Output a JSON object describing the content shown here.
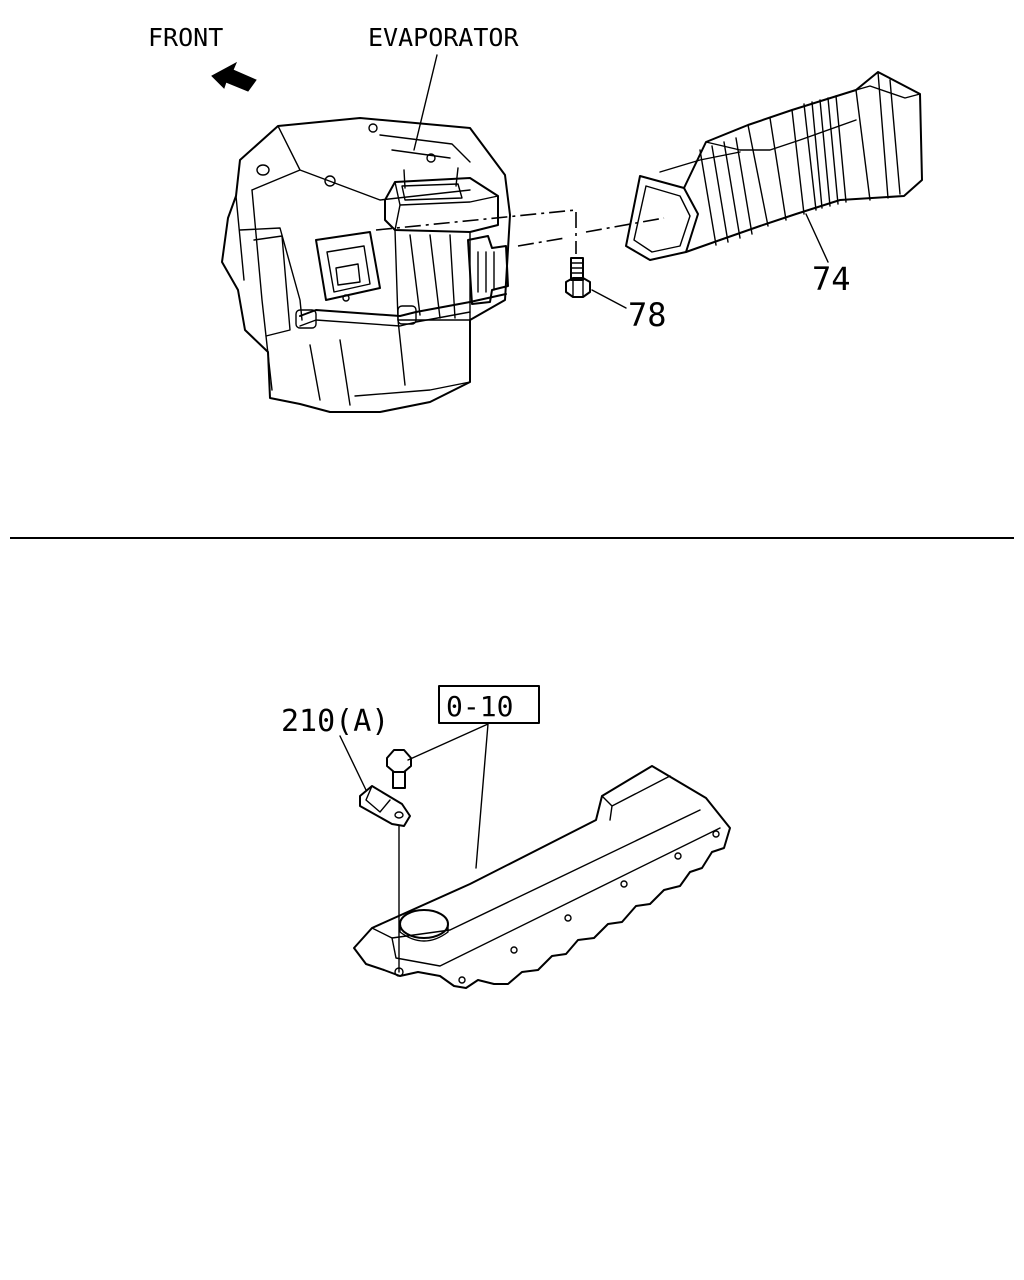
{
  "upper_view": {
    "direction_label": "FRONT",
    "assembly_label": "EVAPORATOR",
    "callouts": {
      "duct": "74",
      "bolt": "78"
    }
  },
  "lower_view": {
    "clip_callout": "210(A)",
    "reference_box": "0-10"
  }
}
